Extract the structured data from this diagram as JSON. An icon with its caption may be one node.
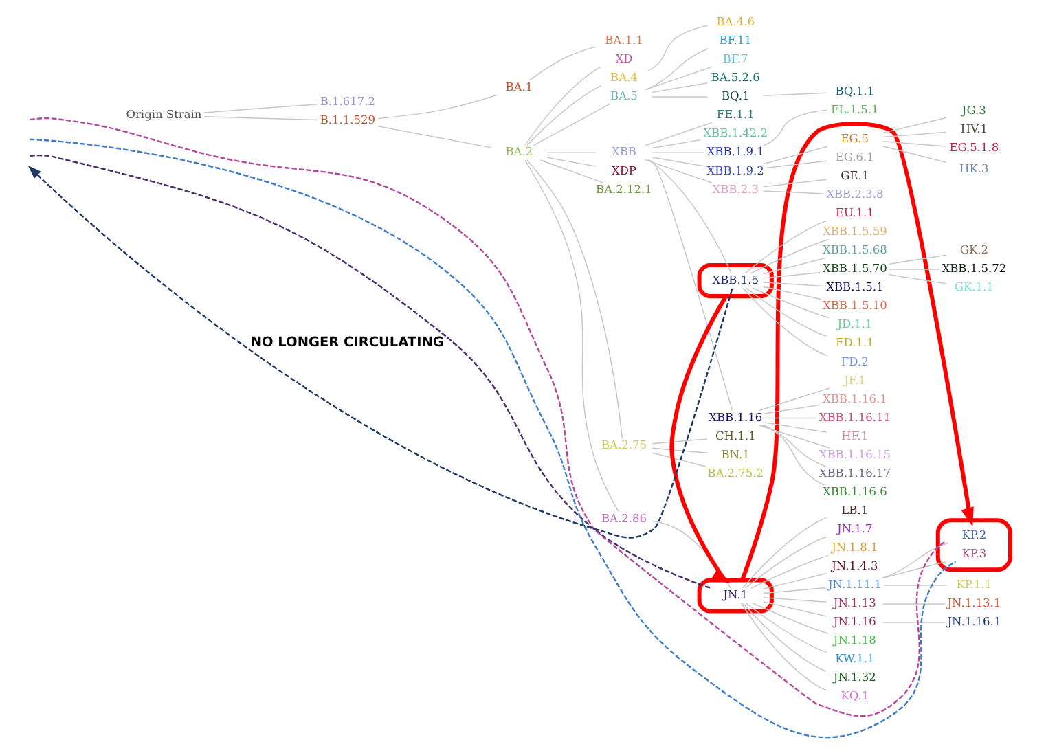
{
  "diagram": {
    "nodes": [
      {
        "text": [
          "Origin Strain"
        ]
      },
      {
        "text": [
          "B.1.617.2"
        ]
      },
      {
        "text": [
          "B.1.1.529"
        ]
      },
      {
        "text": [
          "BA.1"
        ]
      },
      {
        "text": [
          "BA.1.1"
        ]
      },
      {
        "text": [
          "BA.2"
        ]
      },
      {
        "text": [
          "BA.2.12.1"
        ]
      },
      {
        "text": [
          "BA.2.75"
        ]
      },
      {
        "text": [
          "BA.2.75.2"
        ]
      },
      {
        "text": [
          "CH.1.1"
        ]
      },
      {
        "text": [
          "BN.1"
        ]
      },
      {
        "text": [
          "BA.2.86"
        ]
      },
      {
        "text": [],
        "shape": "ellipse"
      },
      {
        "text": [
          "JN.1"
        ],
        "in": 12
      },
      {
        "text": [
          "JN.1.4.3"
        ]
      },
      {
        "text": [
          "JN.1.11.1"
        ]
      },
      {
        "text": [
          "KP.1.1"
        ]
      },
      {
        "text": [],
        "shape": "ellipse"
      },
      {
        "text": [
          "KP.2"
        ],
        "in": 17
      },
      {
        "text": [
          "KP.3"
        ],
        "in": 17
      },
      {
        "text": [
          "JN.1.13"
        ]
      },
      {
        "text": [
          "JN.1.13.1"
        ]
      },
      {
        "text": [
          "JN.1.16"
        ]
      },
      {
        "text": [
          "JN.1.16.1"
        ]
      },
      {
        "text": [
          "JN.1.18"
        ]
      },
      {
        "text": [
          "KW.1.1"
        ]
      },
      {
        "text": [
          "JN.1.32"
        ]
      },
      {
        "text": [
          "KQ.1"
        ]
      },
      {
        "text": [
          "LB.1"
        ]
      },
      {
        "text": [
          "JN.1.7"
        ]
      },
      {
        "text": [
          "JN.1.8.1"
        ]
      },
      {
        "text": [
          "XD"
        ]
      },
      {
        "text": [
          "BA.4"
        ]
      },
      {
        "text": [
          "BA.4.6"
        ]
      },
      {
        "text": [
          "BA.5"
        ]
      },
      {
        "text": [
          "BF.11"
        ]
      },
      {
        "text": [
          "BF.7"
        ]
      },
      {
        "text": [
          "BA.5.2.6"
        ]
      },
      {
        "text": [
          "BQ.1"
        ]
      },
      {
        "text": [
          "BQ.1.1"
        ]
      },
      {
        "text": [
          "XBB"
        ]
      },
      {
        "text": [
          "XBB.1.16"
        ]
      },
      {
        "text": [
          "XBB.1.16.1"
        ]
      },
      {
        "text": [
          "XBB.1.16.11"
        ]
      },
      {
        "text": [
          "HF.1"
        ]
      },
      {
        "text": [
          "XBB.1.16.15"
        ]
      },
      {
        "text": [
          "XBB.1.16.17"
        ]
      },
      {
        "text": [
          "XBB.1.16.6"
        ]
      },
      {
        "text": [
          "JF.1"
        ]
      },
      {
        "text": [
          "FE.1.1"
        ]
      },
      {
        "text": [
          "XBB.1.42.2"
        ]
      },
      {
        "text": [],
        "shape": "ellipse"
      },
      {
        "text": [
          "XBB.1.5"
        ],
        "in": 51
      },
      {
        "text": [
          "XBB.1.5.1"
        ]
      },
      {
        "text": [
          "XBB.1.5.10"
        ]
      },
      {
        "text": [
          "JD.1.1"
        ]
      },
      {
        "text": [
          "FD.1.1"
        ]
      },
      {
        "text": [
          "FD.2"
        ]
      },
      {
        "text": [
          "EU.1.1"
        ]
      },
      {
        "text": [
          "XBB.1.5.59"
        ]
      },
      {
        "text": [
          "XBB.1.5.68"
        ]
      },
      {
        "text": [
          "XBB.1.5.70"
        ]
      },
      {
        "text": [
          "GK.1.1"
        ]
      },
      {
        "text": [
          "GK.2"
        ]
      },
      {
        "text": [
          "XBB.1.5.72"
        ]
      },
      {
        "text": [
          "XDP"
        ]
      },
      {
        "text": [
          "XBB.1.9.1"
        ]
      },
      {
        "text": [
          "FL.1.5.1"
        ]
      },
      {
        "text": [
          "XBB.1.9.2"
        ]
      },
      {
        "text": [
          "EG.5"
        ]
      },
      {
        "text": [
          "EG.6.1"
        ]
      },
      {
        "text": [
          "HK.3"
        ]
      },
      {
        "text": [
          "JG.3"
        ]
      },
      {
        "text": [
          "HV.1"
        ]
      },
      {
        "text": [
          "EG.5.1.8"
        ]
      },
      {
        "text": [
          "XBB.2.3"
        ]
      },
      {
        "text": [
          "GE.1"
        ]
      },
      {
        "text": [
          "XBB.2.3.8"
        ]
      }
    ],
    "edges": [
      {
        "from": 0,
        "to": 1,
        "arrow": "none"
      },
      {
        "from": 0,
        "to": 2,
        "arrow": "none"
      },
      {
        "from": 2,
        "to": 3,
        "arrow": "none"
      },
      {
        "from": 3,
        "to": 4,
        "arrow": "none"
      },
      {
        "from": 2,
        "to": 5,
        "arrow": "none"
      },
      {
        "from": 5,
        "to": 6,
        "arrow": "none"
      },
      {
        "from": 5,
        "to": 7,
        "arrow": "none"
      },
      {
        "from": 7,
        "to": 8,
        "arrow": "none"
      },
      {
        "from": 7,
        "to": 9,
        "arrow": "none"
      },
      {
        "from": 7,
        "to": 10,
        "arrow": "none"
      },
      {
        "from": 5,
        "to": 11,
        "arrow": "none"
      },
      {
        "from": 11,
        "to": 13,
        "arrow": "none"
      },
      {
        "from": 13,
        "to": 14,
        "arrow": "none"
      },
      {
        "from": 13,
        "to": 15,
        "arrow": "none"
      },
      {
        "from": 15,
        "to": 16,
        "arrow": "none"
      },
      {
        "from": 15,
        "to": 18,
        "arrow": "none"
      },
      {
        "from": 15,
        "to": 19,
        "arrow": "none"
      },
      {
        "from": 13,
        "to": 20,
        "arrow": "none"
      },
      {
        "from": 20,
        "to": 21,
        "arrow": "none"
      },
      {
        "from": 13,
        "to": 22,
        "arrow": "none"
      },
      {
        "from": 22,
        "to": 23,
        "arrow": "none"
      },
      {
        "from": 13,
        "to": 24,
        "arrow": "none"
      },
      {
        "from": 13,
        "to": 25,
        "arrow": "none"
      },
      {
        "from": 13,
        "to": 26,
        "arrow": "none"
      },
      {
        "from": 13,
        "to": 27,
        "arrow": "none"
      },
      {
        "from": 13,
        "to": 28,
        "arrow": "none"
      },
      {
        "from": 13,
        "to": 29,
        "arrow": "none"
      },
      {
        "from": 13,
        "to": 30,
        "arrow": "none"
      },
      {
        "from": 5,
        "to": 31,
        "arrow": "none"
      },
      {
        "from": 5,
        "to": 32,
        "arrow": "none"
      },
      {
        "from": 32,
        "to": 33,
        "arrow": "none"
      },
      {
        "from": 5,
        "to": 34,
        "arrow": "none"
      },
      {
        "from": 34,
        "to": 35,
        "arrow": "none"
      },
      {
        "from": 34,
        "to": 36,
        "arrow": "none"
      },
      {
        "from": 34,
        "to": 37,
        "arrow": "none"
      },
      {
        "from": 34,
        "to": 38,
        "arrow": "none"
      },
      {
        "from": 38,
        "to": 39,
        "arrow": "none"
      },
      {
        "from": 5,
        "to": 40,
        "arrow": "none"
      },
      {
        "from": 40,
        "to": 41,
        "arrow": "none"
      },
      {
        "from": 41,
        "to": 42,
        "arrow": "none"
      },
      {
        "from": 41,
        "to": 43,
        "arrow": "none"
      },
      {
        "from": 41,
        "to": 44,
        "arrow": "none"
      },
      {
        "from": 41,
        "to": 45,
        "arrow": "none"
      },
      {
        "from": 41,
        "to": 46,
        "arrow": "none"
      },
      {
        "from": 41,
        "to": 47,
        "arrow": "none"
      },
      {
        "from": 41,
        "to": 48,
        "arrow": "none"
      },
      {
        "from": 40,
        "to": 49,
        "arrow": "none"
      },
      {
        "from": 40,
        "to": 50,
        "arrow": "none"
      },
      {
        "from": 40,
        "to": 52,
        "arrow": "none"
      },
      {
        "from": 52,
        "to": 53,
        "arrow": "none"
      },
      {
        "from": 52,
        "to": 54,
        "arrow": "none"
      },
      {
        "from": 52,
        "to": 55,
        "arrow": "none"
      },
      {
        "from": 52,
        "to": 56,
        "arrow": "none"
      },
      {
        "from": 52,
        "to": 57,
        "arrow": "none"
      },
      {
        "from": 52,
        "to": 58,
        "arrow": "none"
      },
      {
        "from": 52,
        "to": 59,
        "arrow": "none"
      },
      {
        "from": 52,
        "to": 60,
        "arrow": "none"
      },
      {
        "from": 52,
        "to": 61,
        "arrow": "none"
      },
      {
        "from": 61,
        "to": 62,
        "arrow": "none"
      },
      {
        "from": 61,
        "to": 63,
        "arrow": "none"
      },
      {
        "from": 61,
        "to": 64,
        "arrow": "none"
      },
      {
        "from": 5,
        "to": 65,
        "arrow": "none"
      },
      {
        "from": 40,
        "to": 66,
        "arrow": "none"
      },
      {
        "from": 66,
        "to": 67,
        "arrow": "none"
      },
      {
        "from": 40,
        "to": 68,
        "arrow": "none"
      },
      {
        "from": 68,
        "to": 69,
        "arrow": "none"
      },
      {
        "from": 68,
        "to": 70,
        "arrow": "none"
      },
      {
        "from": 69,
        "to": 71,
        "arrow": "none"
      },
      {
        "from": 69,
        "to": 72,
        "arrow": "none"
      },
      {
        "from": 69,
        "to": 73,
        "arrow": "none"
      },
      {
        "from": 69,
        "to": 74,
        "arrow": "none"
      },
      {
        "from": 40,
        "to": 75,
        "arrow": "none"
      },
      {
        "from": 75,
        "to": 76,
        "arrow": "none"
      },
      {
        "from": 75,
        "to": 77,
        "arrow": "none"
      },
      {
        "from": null,
        "to": 13,
        "arrow": "none",
        "style": "dashed",
        "color": "#4b2d6e"
      },
      {
        "from": null,
        "to": 18,
        "arrow": "none",
        "style": "dashed",
        "color": "#b5479e"
      },
      {
        "from": null,
        "to": 19,
        "arrow": "none",
        "style": "dashed",
        "color": "#3d7cc9"
      },
      {
        "from": 52,
        "to": null,
        "arrow": "to",
        "style": "dashed",
        "color": "#1f3864",
        "label": "NO LONGER CIRCULATING"
      },
      {
        "from": 51,
        "to": 12,
        "arrow": "to",
        "style": "thick",
        "color": "#ff0000"
      },
      {
        "from": 12,
        "to": 17,
        "arrow": "to",
        "style": "thick",
        "color": "#ff0000"
      }
    ]
  }
}
